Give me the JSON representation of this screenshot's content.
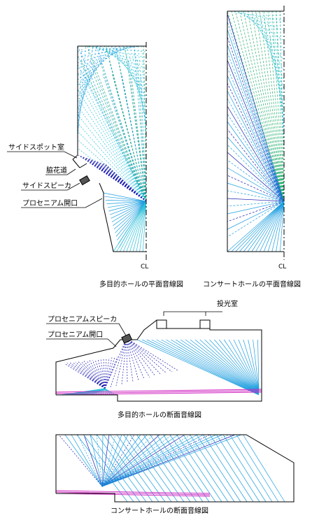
{
  "diagrams": {
    "plan_multi": {
      "caption": "多目的ホールの平面音線図",
      "centerline": "CL",
      "labels": {
        "side_spot_room": "サイドスポット室",
        "hanamichi": "脇花道",
        "side_speaker": "サイドスピーカ",
        "proscenium_opening": "プロセニアム開口"
      }
    },
    "plan_concert": {
      "caption": "コンサートホールの平面音線図",
      "centerline": "CL"
    },
    "section_multi": {
      "caption": "多目的ホールの断面音線図",
      "labels": {
        "projection_room": "投光室",
        "proscenium_speaker": "プロセニアムスピーカ",
        "proscenium_opening": "プロセニアム開口"
      }
    },
    "section_concert": {
      "caption": "コンサートホールの断面音線図"
    }
  },
  "colors": {
    "ray_blue": "#1e9fe0",
    "ray_navy": "#1a1ab0",
    "ray_green": "#2ab070",
    "ray_cyan": "#29c0d8",
    "floor_magenta": "#d020c0",
    "outline": "#000000"
  }
}
